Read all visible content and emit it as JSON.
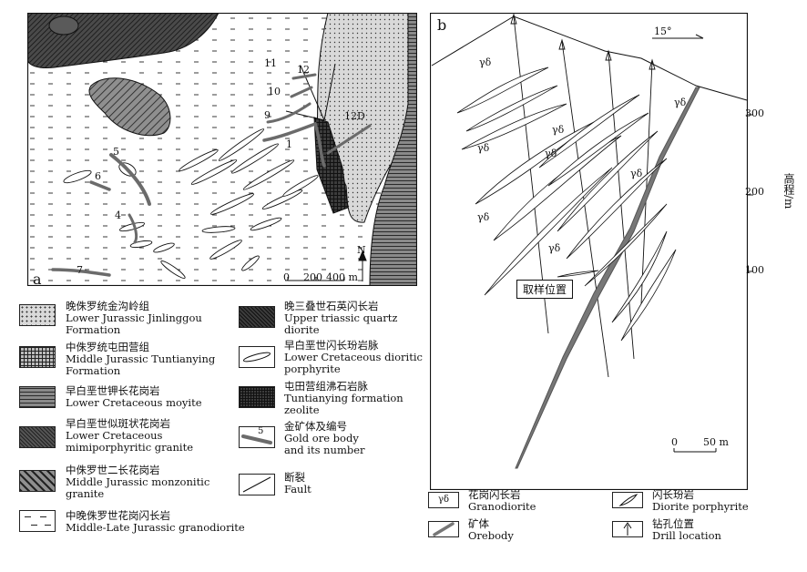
{
  "panel_a": {
    "label": "a",
    "north": "N",
    "scale_ticks": [
      "0",
      "200",
      "400 m"
    ],
    "ore_numbers": [
      "1",
      "4",
      "5",
      "6",
      "7",
      "9",
      "10",
      "11",
      "12",
      "12D"
    ]
  },
  "panel_b": {
    "label": "b",
    "dip": "15°",
    "elev_label": "高程/m",
    "elev_ticks": [
      "300",
      "200",
      "100"
    ],
    "rock_labels": [
      "γδ",
      "γδ",
      "γδ",
      "γδ",
      "γδ",
      "γδ",
      "γδ",
      "γδ"
    ],
    "sample_label": "取样位置",
    "scale": [
      "0",
      "50 m"
    ]
  },
  "legend_a": [
    {
      "zh": "晚侏罗统金沟岭组",
      "en": [
        "Lower Jurassic  Jinlinggou",
        "Formation"
      ],
      "pattern": "dots"
    },
    {
      "zh": "中侏罗统屯田营组",
      "en": [
        "Middle Jurassic  Tuntianying",
        "Formation"
      ],
      "pattern": "grid"
    },
    {
      "zh": "早白垩世钾长花岗岩",
      "en": [
        "Lower Cretaceous moyite"
      ],
      "pattern": "hlines"
    },
    {
      "zh": "早白垩世似斑状花岗岩",
      "en": [
        "Lower Cretaceous",
        "mimiporphyritic granite"
      ],
      "pattern": "dark"
    },
    {
      "zh": "中侏罗世二长花岗岩",
      "en": [
        "Middle Jurassic  monzonitic",
        "granite"
      ],
      "pattern": "diag"
    },
    {
      "zh": "中晚侏罗世花岗闪长岩",
      "en": [
        "Middle-Late Jurassic granodiorite"
      ],
      "pattern": "dashes"
    },
    {
      "zh": "晚三叠世石英闪长岩",
      "en": [
        "Upper triassic quartz",
        "diorite"
      ],
      "pattern": "darkdiag"
    },
    {
      "zh": "早白垩世闪长玢岩脉",
      "en": [
        "Lower Cretaceous dioritic",
        "porphyrite"
      ],
      "pattern": "dyke"
    },
    {
      "zh": "屯田营组沸石岩脉",
      "en": [
        "Tuntianying formation",
        "zeolite"
      ],
      "pattern": "darkgrid"
    },
    {
      "zh": "金矿体及编号",
      "en": [
        "Gold ore body",
        "and its number"
      ],
      "pattern": "ore",
      "num": "5"
    },
    {
      "zh": "断裂",
      "en": [
        "Fault"
      ],
      "pattern": "fault"
    }
  ],
  "legend_b": [
    {
      "zh": "花岗闪长岩",
      "en": "Granodiorite",
      "symbol": "γδ"
    },
    {
      "zh": "矿体",
      "en": "Orebody"
    },
    {
      "zh": "闪长玢岩",
      "en": "Diorite porphyrite"
    },
    {
      "zh": "钻孔位置",
      "en": "Drill location"
    }
  ]
}
